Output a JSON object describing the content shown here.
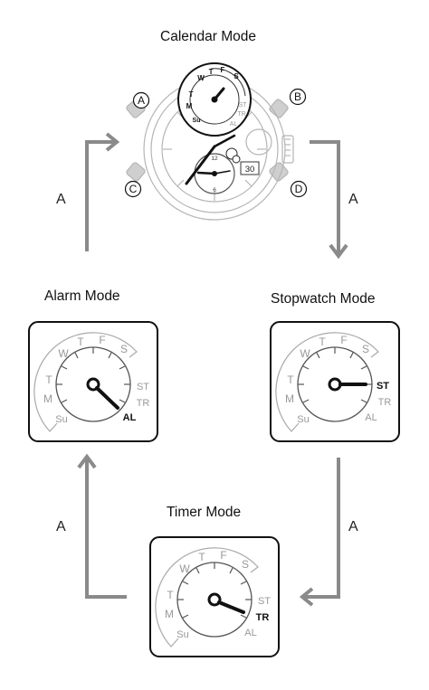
{
  "title_calendar": "Calendar Mode",
  "title_alarm": "Alarm Mode",
  "title_stopwatch": "Stopwatch Mode",
  "title_timer": "Timer Mode",
  "arrow_label": "A",
  "buttons": {
    "a": "A",
    "b": "B",
    "c": "C",
    "d": "D"
  },
  "day_labels": [
    "W",
    "T",
    "F",
    "S",
    "T",
    "M",
    "Su"
  ],
  "mode_labels": [
    "ST",
    "TR",
    "AL"
  ],
  "date_display": "30",
  "dial_numbers": {
    "twelve": "12",
    "six": "6"
  },
  "colors": {
    "line": "#111111",
    "arrow": "#8a8a8a",
    "light": "#b5b5b5",
    "label_gray": "#999999"
  }
}
